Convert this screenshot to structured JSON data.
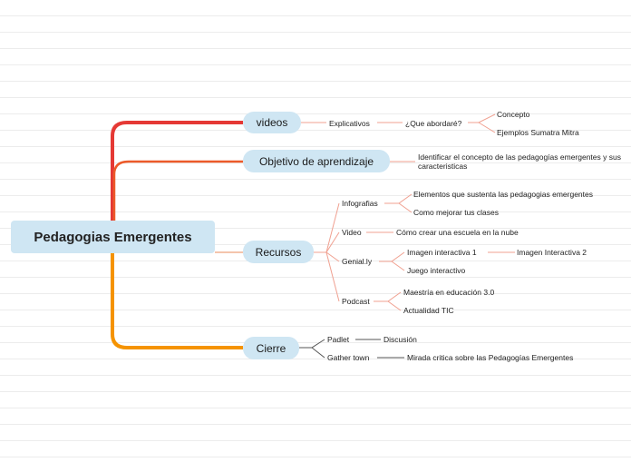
{
  "root": "Pedagogias Emergentes",
  "branches": {
    "videos": {
      "label": "videos",
      "explicativos": "Explicativos",
      "que_abordare": "¿Que abordaré?",
      "concepto": "Concepto",
      "ejemplos": "Ejemplos Sumatra Mitra"
    },
    "objetivo": {
      "label": "Objetivo de aprendizaje",
      "detalle": "Identificar el concepto de las pedagogías emergentes y sus caracteristicas"
    },
    "recursos": {
      "label": "Recursos",
      "infografias": "Infografias",
      "info_1": "Elementos que sustenta las pedagogias emergentes",
      "info_2": "Como mejorar tus clases",
      "video": "Video",
      "video_1": "Cómo crear una escuela en la nube",
      "genially": "Genial.ly",
      "img1": "Imagen interactiva 1",
      "img2": "Imagen Interactiva 2",
      "juego": "Juego interactivo",
      "podcast": "Podcast",
      "podcast_1": "Maestría en educación 3.0",
      "podcast_2": "Actualidad TIC"
    },
    "cierre": {
      "label": "Cierre",
      "padlet": "Padlet",
      "discusion": "Discusión",
      "gather": "Gather town",
      "mirada": "Mirada critica sobre las Pedagogías Emergentes"
    }
  },
  "colors": {
    "branch_red": "#e53935",
    "branch_orange": "#f57c00",
    "sub_link": "#f0a090",
    "cierre_link": "#555555",
    "node_fill": "#cfe6f3"
  }
}
